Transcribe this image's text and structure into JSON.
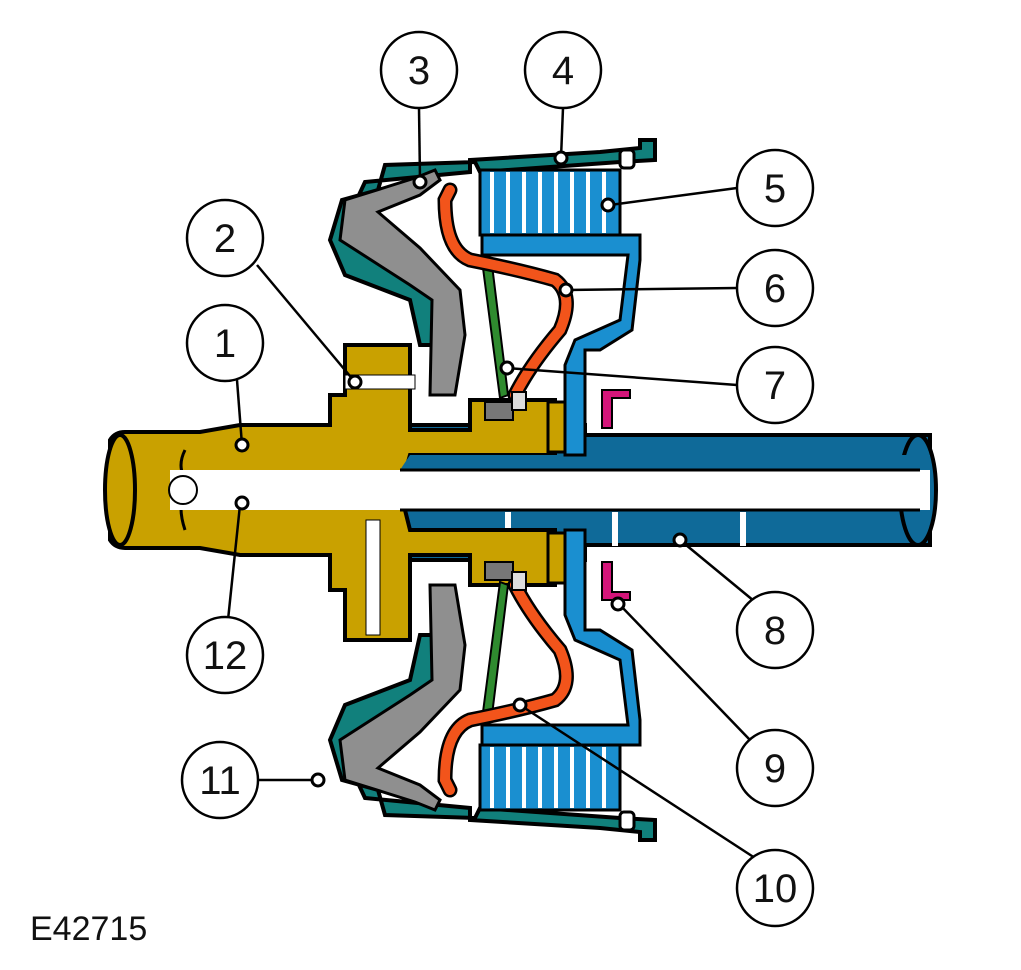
{
  "figure_id": "E42715",
  "callouts": [
    "1",
    "2",
    "3",
    "4",
    "5",
    "6",
    "7",
    "8",
    "9",
    "10",
    "11",
    "12"
  ]
}
